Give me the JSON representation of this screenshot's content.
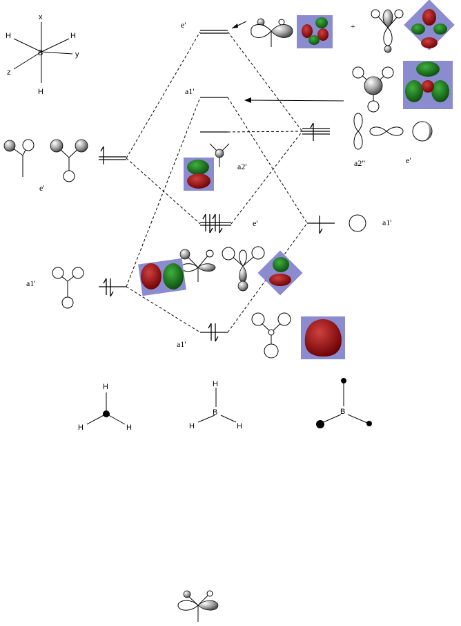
{
  "axes_labels": {
    "x": "x",
    "y": "y",
    "z": "z",
    "b": "B",
    "h": "H"
  },
  "labels": {
    "e_prime_top": "e'",
    "a1_prime_upper": "a1'",
    "e_prime_left": "e'",
    "a2_prime": "a2'",
    "a2_dprime": "a2\"",
    "e_prime_right": "e'",
    "e_prime_mid": "e'",
    "a1_prime_right": "a1'",
    "a1_prime_left": "a1'",
    "a1_prime_bottom": "a1'",
    "plus": "+"
  },
  "molecules": {
    "ch3_h": "H",
    "bh3_b": "B",
    "bh3_h": "H",
    "right_b": "B"
  }
}
